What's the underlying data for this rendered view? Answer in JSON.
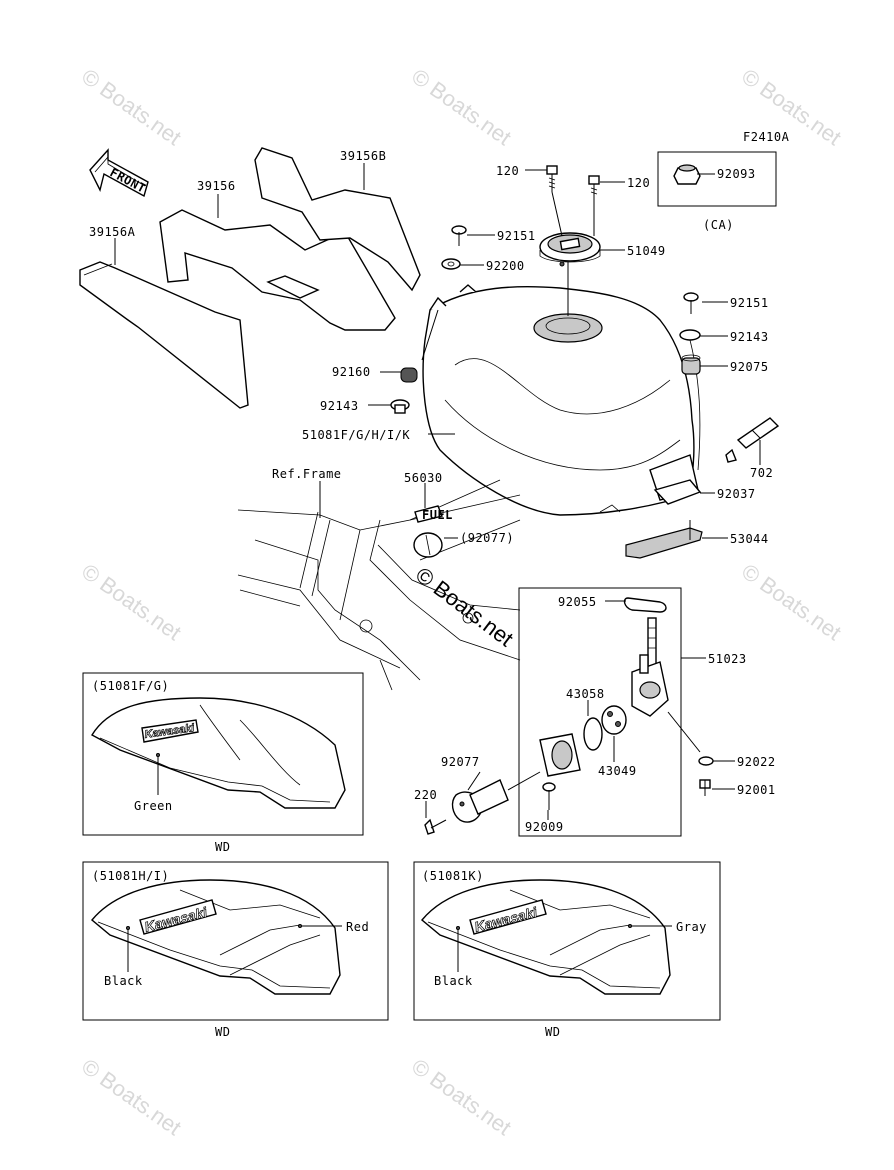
{
  "figure_code": "F2410A",
  "watermarks": {
    "faint": [
      "© Boats.net",
      "© Boats.net",
      "© Boats.net",
      "© Boats.net",
      "© Boats.net",
      "© Boats.net",
      "© Boats.net"
    ],
    "center": "© Boats.net"
  },
  "callouts": {
    "p120a": "120",
    "p120b": "120",
    "p92093": "92093",
    "pCA": "(CA)",
    "p39156B": "39156B",
    "p39156": "39156",
    "p39156A": "39156A",
    "p92151a": "92151",
    "p92200": "92200",
    "p51049": "51049",
    "p92151b": "92151",
    "p92143a": "92143",
    "p92075": "92075",
    "p92160": "92160",
    "p92143b": "92143",
    "p51081": "51081F/G/H/I/K",
    "p702": "702",
    "p92037": "92037",
    "p53044": "53044",
    "pRefFrame": "Ref.Frame",
    "p56030": "56030",
    "p92077a": "(92077)",
    "p92055": "92055",
    "p51023": "51023",
    "p43058": "43058",
    "p43049": "43049",
    "p92077b": "92077",
    "p220": "220",
    "p92009": "92009",
    "p92022": "92022",
    "p92001": "92001"
  },
  "front_arrow": "FRONT",
  "fuel_decal": "FUEL",
  "variants": [
    {
      "title": "(51081F/G)",
      "colors": [
        "Green"
      ],
      "caption": "WD",
      "logo": "Kawasaki"
    },
    {
      "title": "(51081H/I)",
      "colors": [
        "Red",
        "Black"
      ],
      "caption": "WD",
      "logo": "Kawasaki"
    },
    {
      "title": "(51081K)",
      "colors": [
        "Gray",
        "Black"
      ],
      "caption": "WD",
      "logo": "Kawasaki"
    }
  ]
}
